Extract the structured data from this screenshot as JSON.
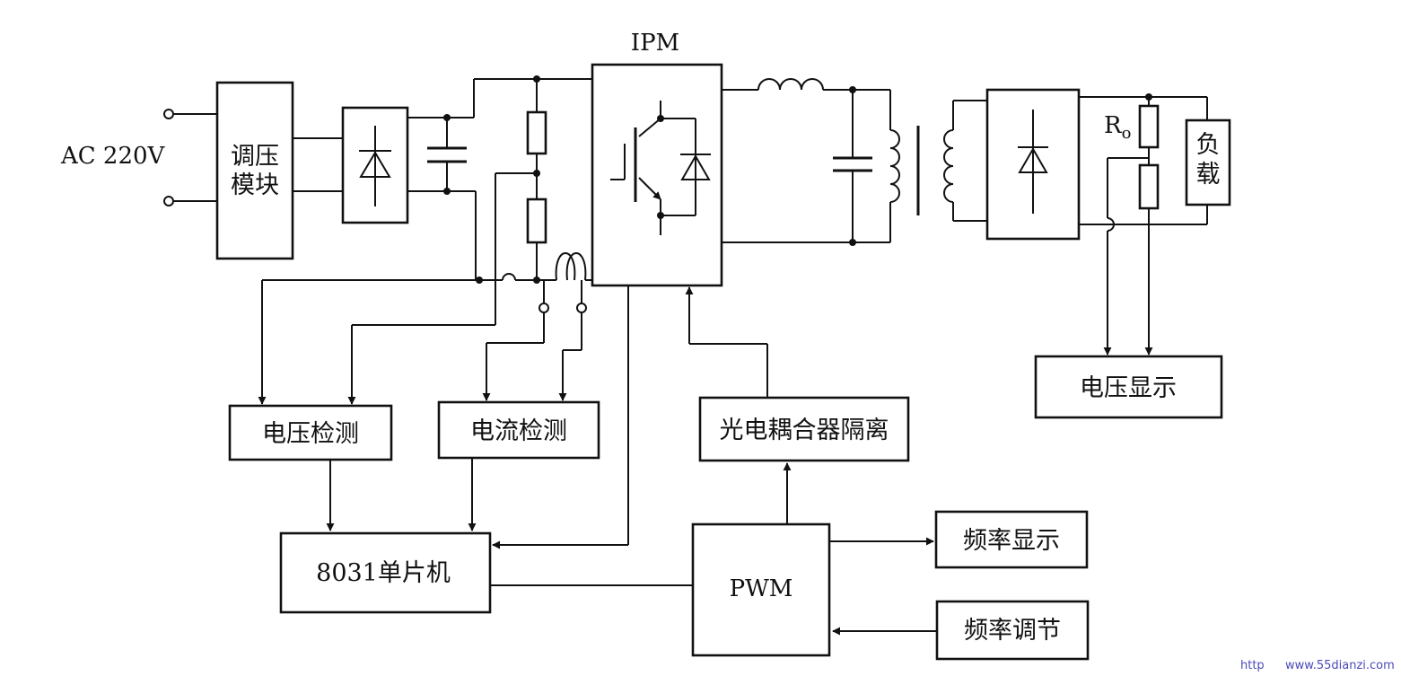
{
  "labels": {
    "ac_input": "AC 220V",
    "regulator_line1": "调压",
    "regulator_line2": "模块",
    "ipm": "IPM",
    "ro_main": "R",
    "ro_sub": "o",
    "load_line1": "负",
    "load_line2": "载",
    "voltage_detect": "电压检测",
    "current_detect": "电流检测",
    "optocoupler": "光电耦合器隔离",
    "voltage_display": "电压显示",
    "mcu": "8031单片机",
    "pwm": "PWM",
    "freq_display": "频率显示",
    "freq_adjust": "频率调节"
  },
  "watermark": {
    "prefix": "http",
    "site": "www.55dianzi.com"
  },
  "colors": {
    "line": "#111111",
    "background": "#ffffff",
    "watermark": "#4a4ab8"
  }
}
